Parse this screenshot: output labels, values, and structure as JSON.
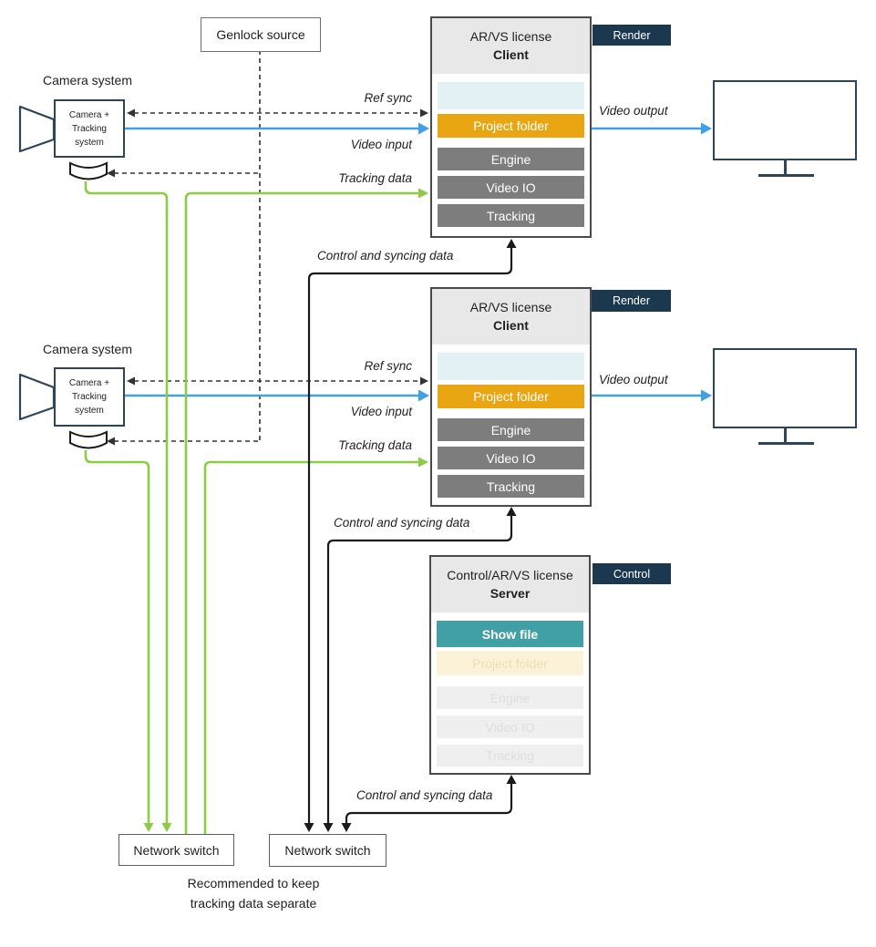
{
  "diagram": {
    "genlock_label": "Genlock source",
    "camera1": {
      "title": "Camera system",
      "line1": "Camera +",
      "line2": "Tracking",
      "line3": "system"
    },
    "camera2": {
      "title": "Camera system",
      "line1": "Camera +",
      "line2": "Tracking",
      "line3": "system"
    },
    "client1": {
      "license": "AR/VS license",
      "role": "Client",
      "tag": "Render",
      "project_folder": "Project folder",
      "engine": "Engine",
      "video_io": "Video IO",
      "tracking": "Tracking"
    },
    "client2": {
      "license": "AR/VS license",
      "role": "Client",
      "tag": "Render",
      "project_folder": "Project folder",
      "engine": "Engine",
      "video_io": "Video IO",
      "tracking": "Tracking"
    },
    "server": {
      "license": "Control/AR/VS license",
      "role": "Server",
      "tag": "Control",
      "show_file": "Show file",
      "project_folder": "Project folder",
      "engine": "Engine",
      "video_io": "Video IO",
      "tracking": "Tracking"
    },
    "labels": {
      "ref_sync": "Ref sync",
      "video_input": "Video input",
      "tracking_data": "Tracking data",
      "control_syncing": "Control and syncing data",
      "video_output": "Video output"
    },
    "switch1": "Network switch",
    "switch2": "Network switch",
    "note_line1": "Recommended to keep",
    "note_line2": "tracking data separate"
  },
  "colors": {
    "amber": "#e9a612",
    "gray_row": "#7d7d7d",
    "teal": "#40a0a6",
    "navy_tag": "#1b384f",
    "outline_navy": "#2e4457",
    "green_line": "#8ccb43",
    "blue_line": "#3fa0e8",
    "pale_blue_row": "#e3f1f5",
    "faded_cream_row": "#fbf2d8",
    "faded_gray_row": "#efefef",
    "header_gray": "#e8e8e8",
    "black_line": "#1a1a1a",
    "dashed_line": "#333333"
  }
}
